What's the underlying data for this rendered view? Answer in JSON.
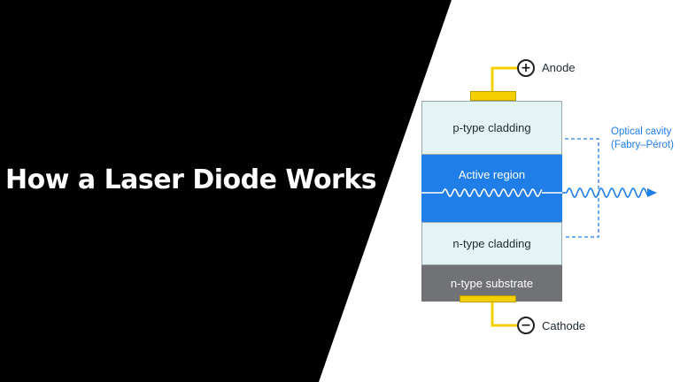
{
  "title": "How a Laser Diode Works",
  "diagram": {
    "layers": {
      "p_type_cladding": "p-type cladding",
      "active_region": "Active region",
      "n_type_cladding": "n-type cladding",
      "n_type_substrate": "n-type substrate"
    },
    "terminals": {
      "anode_symbol": "+",
      "anode_label": "Anode",
      "cathode_symbol": "−",
      "cathode_label": "Cathode"
    },
    "optical_cavity": {
      "line1": "Optical cavity",
      "line2": "(Fabry–Pérot)"
    }
  },
  "colors": {
    "background_dark": "#000000",
    "accent_blue": "#1f7ee8",
    "cladding": "#e4f4f4",
    "substrate": "#707275",
    "contact_gold": "#f5d000"
  }
}
